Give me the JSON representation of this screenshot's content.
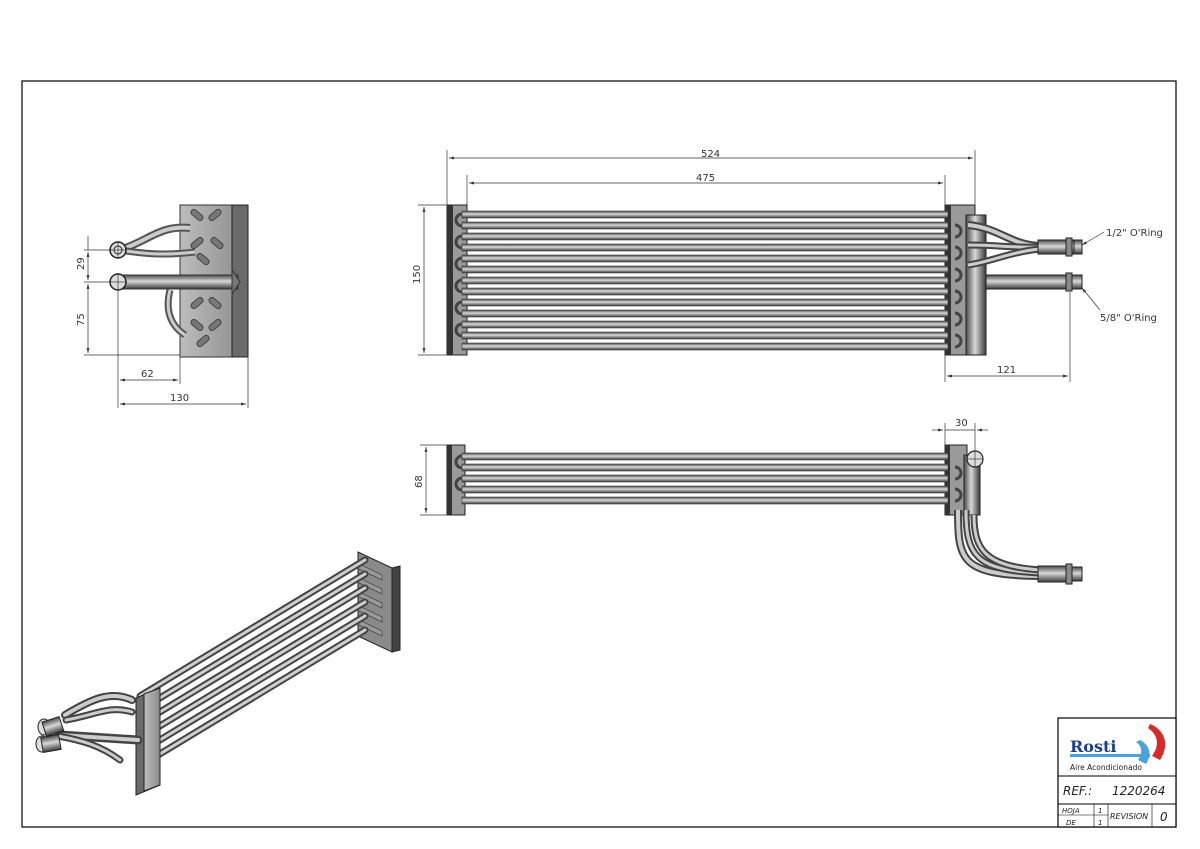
{
  "drawing": {
    "dimensions": {
      "top_view_overall_length": "524",
      "top_view_core_length": "475",
      "top_view_height": "150",
      "top_view_outlet_length": "121",
      "side_view_depth": "68",
      "side_view_header": "30",
      "end_view_port_spacing": "29",
      "end_view_lower_offset": "75",
      "end_view_inner_width": "62",
      "end_view_overall_width": "130"
    },
    "callouts": {
      "upper_port": "1/2\" O'Ring",
      "lower_port": "5/8\" O'Ring"
    }
  },
  "title_block": {
    "brand": "Rosti",
    "subtitle": "Aire Acondicionado",
    "ref_label": "REF.:",
    "ref_value": "1220264",
    "hoja_label": "HOJA",
    "hoja_value": "1",
    "de_label": "DE",
    "de_value": "1",
    "revision_label": "REVISION",
    "revision_value": "0"
  },
  "colors": {
    "frame": "#000000",
    "tube_dark": "#555555",
    "tube_light": "#cfcfcf",
    "logo_blue": "#1a3d8f",
    "logo_red": "#d62b2b",
    "logo_sky": "#4aa3df"
  }
}
